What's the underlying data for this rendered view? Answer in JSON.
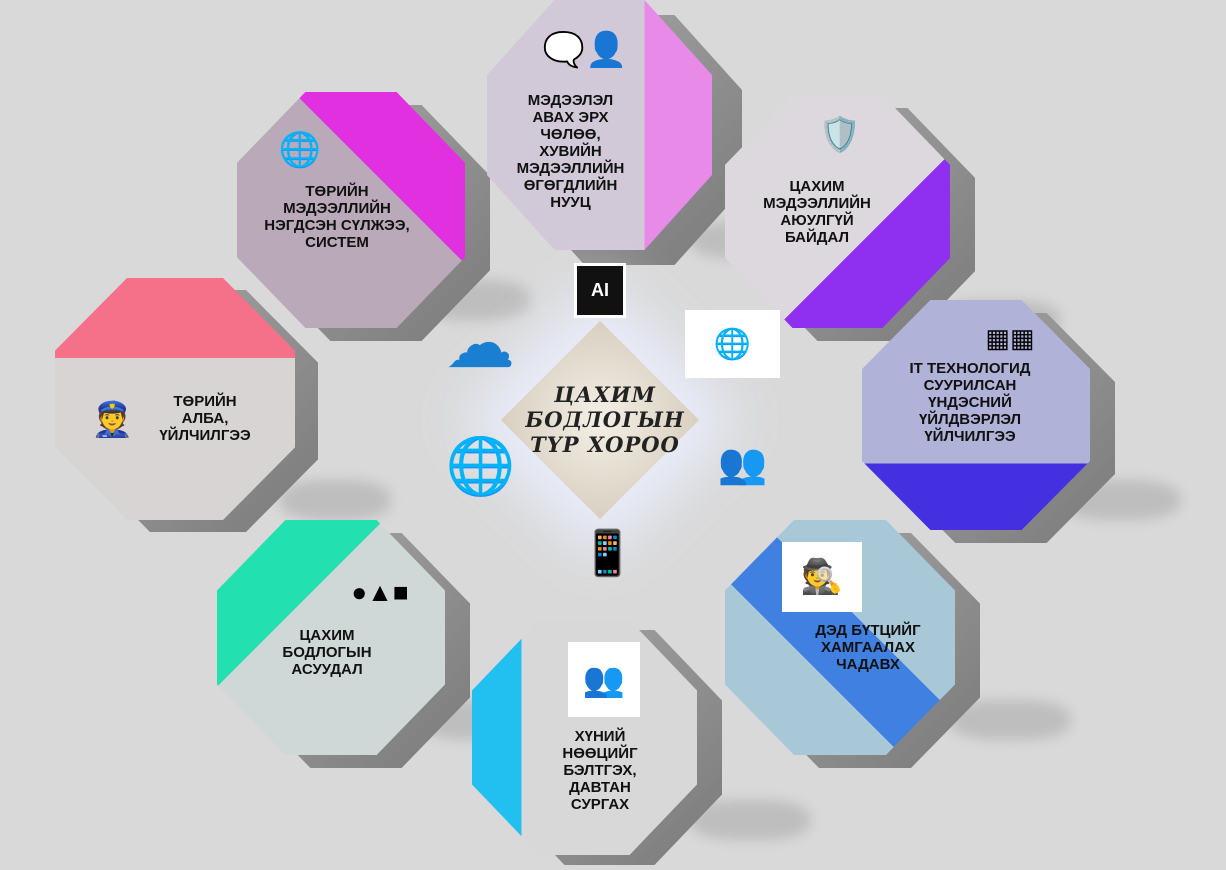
{
  "center": {
    "title": "ЦАХИМ БОДЛОГЫН ТҮР ХОРОО"
  },
  "nodes": [
    {
      "label": "МЭДЭЭЛЭЛ АВАХ ЭРХ ЧӨЛӨӨ, ХУВИЙН МЭДЭЭЛЛИЙН ӨГӨГДЛИЙН НУУЦ",
      "icon": "person-question-icon",
      "accent": "#e88ae8"
    },
    {
      "label": "ТӨРИЙН МЭДЭЭЛЛИЙН НЭГДСЭН СҮЛЖЭЭ, СИСТЕМ",
      "icon": "network-globe-icon",
      "accent": "#e030e0"
    },
    {
      "label": "ЦАХИМ МЭДЭЭЛЛИЙН АЮУЛГҮЙ БАЙДАЛ",
      "icon": "security-shield-icon",
      "accent": "#8f2ff0"
    },
    {
      "label": "ТӨРИЙН АЛБА, ҮЙЛЧИЛГЭЭ",
      "icon": "public-servants-icon",
      "accent": "#f57089"
    },
    {
      "label": "IT ТЕХНОЛОГИД СУУРИЛСАН ҮНДЭСНИЙ ҮЙЛДВЭРЛЭЛ ҮЙЛЧИЛГЭЭ",
      "icon": "apps-grid-icon",
      "accent": "#4330e0"
    },
    {
      "label": "ЦАХИМ БОДЛОГЫН АСУУДАЛ",
      "icon": "shapes-click-icon",
      "accent": "#22e0b0"
    },
    {
      "label": "ХҮНИЙ НӨӨЦИЙГ БЭЛТГЭХ, ДАВТАН СУРГАХ",
      "icon": "people-gears-icon",
      "accent": "#22c0f0"
    },
    {
      "label": "ДЭД БҮТЦИЙГ ХАМГААЛАХ ЧАДАВХ",
      "icon": "hacker-icon",
      "accent": "#4080e0"
    }
  ],
  "satellites": {
    "ai": "AI"
  }
}
